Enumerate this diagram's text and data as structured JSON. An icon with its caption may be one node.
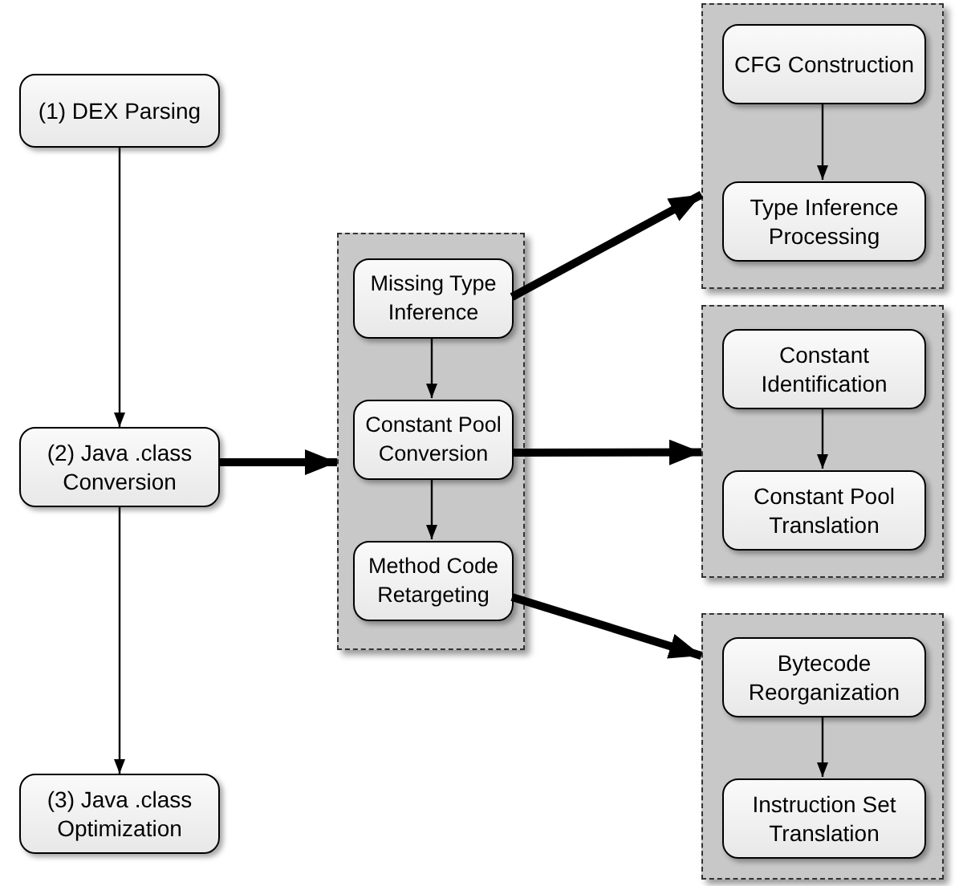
{
  "diagram": {
    "nodes": [
      {
        "text": [
          "(1) DEX Parsing"
        ]
      },
      {
        "text": [
          "(2) Java .class Conversion"
        ]
      },
      {
        "text": [
          "(3) Java .class Optimization"
        ]
      },
      {
        "text": [],
        "shape": "box"
      },
      {
        "text": [
          "Missing Type Inference"
        ],
        "in": 3
      },
      {
        "text": [
          "Constant Pool Conversion"
        ],
        "in": 3
      },
      {
        "text": [
          "Method Code Retargeting"
        ],
        "in": 3
      },
      {
        "text": [],
        "shape": "box"
      },
      {
        "text": [
          "CFG Construction"
        ],
        "in": 7
      },
      {
        "text": [
          "Type Inference Processing"
        ],
        "in": 7
      },
      {
        "text": [],
        "shape": "box"
      },
      {
        "text": [
          "Constant Identification"
        ],
        "in": 10
      },
      {
        "text": [
          "Constant Pool Translation"
        ],
        "in": 10
      },
      {
        "text": [],
        "shape": "box"
      },
      {
        "text": [
          "Bytecode Reorganization"
        ],
        "in": 13
      },
      {
        "text": [
          "Instruction Set Translation"
        ],
        "in": 13
      }
    ],
    "edges": [
      {
        "from": 0,
        "to": 1,
        "arrow": "to"
      },
      {
        "from": 1,
        "to": 2,
        "arrow": "to"
      },
      {
        "from": 1,
        "to": 3,
        "arrow": "to",
        "style": "thick"
      },
      {
        "from": 4,
        "to": 5,
        "arrow": "to"
      },
      {
        "from": 5,
        "to": 6,
        "arrow": "to"
      },
      {
        "from": 4,
        "to": 7,
        "arrow": "to",
        "style": "thick"
      },
      {
        "from": 5,
        "to": 10,
        "arrow": "to",
        "style": "thick"
      },
      {
        "from": 6,
        "to": 13,
        "arrow": "to",
        "style": "thick"
      },
      {
        "from": 8,
        "to": 9,
        "arrow": "to"
      },
      {
        "from": 11,
        "to": 12,
        "arrow": "to"
      },
      {
        "from": 14,
        "to": 15,
        "arrow": "to"
      }
    ]
  }
}
